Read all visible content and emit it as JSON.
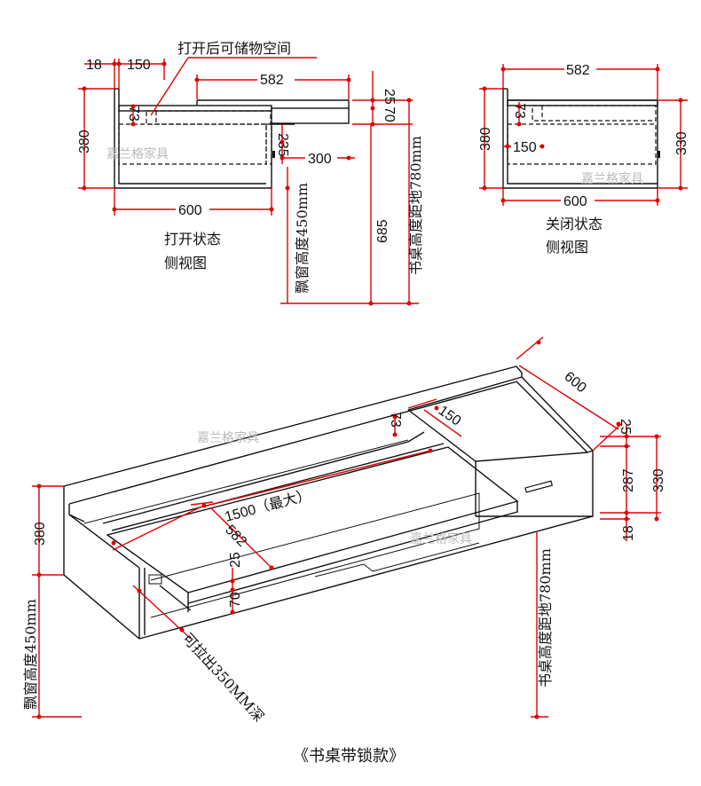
{
  "texts": {
    "storage_note": "打开后可储物空间",
    "open_view_1": "打开状态",
    "open_view_2": "侧视图",
    "closed_view_1": "关闭状态",
    "closed_view_2": "侧视图",
    "watermark": "嘉兰格家具",
    "bay_window_height": "飘窗高度450mm",
    "desk_height": "书桌高度距地780mm",
    "max_length": "1500（最大）",
    "pull_out": "可拉出350MM深",
    "caption": "《书桌带锁款》"
  },
  "dims": {
    "d18": "18",
    "d150": "150",
    "d582": "582",
    "d25": "25",
    "d73": "73",
    "d70": "70",
    "d380": "380",
    "d235": "235",
    "d300": "300",
    "d600": "600",
    "d685": "685",
    "d330": "330",
    "d287": "287"
  },
  "colors": {
    "dimension": "#e00000",
    "outline": "#111111"
  }
}
